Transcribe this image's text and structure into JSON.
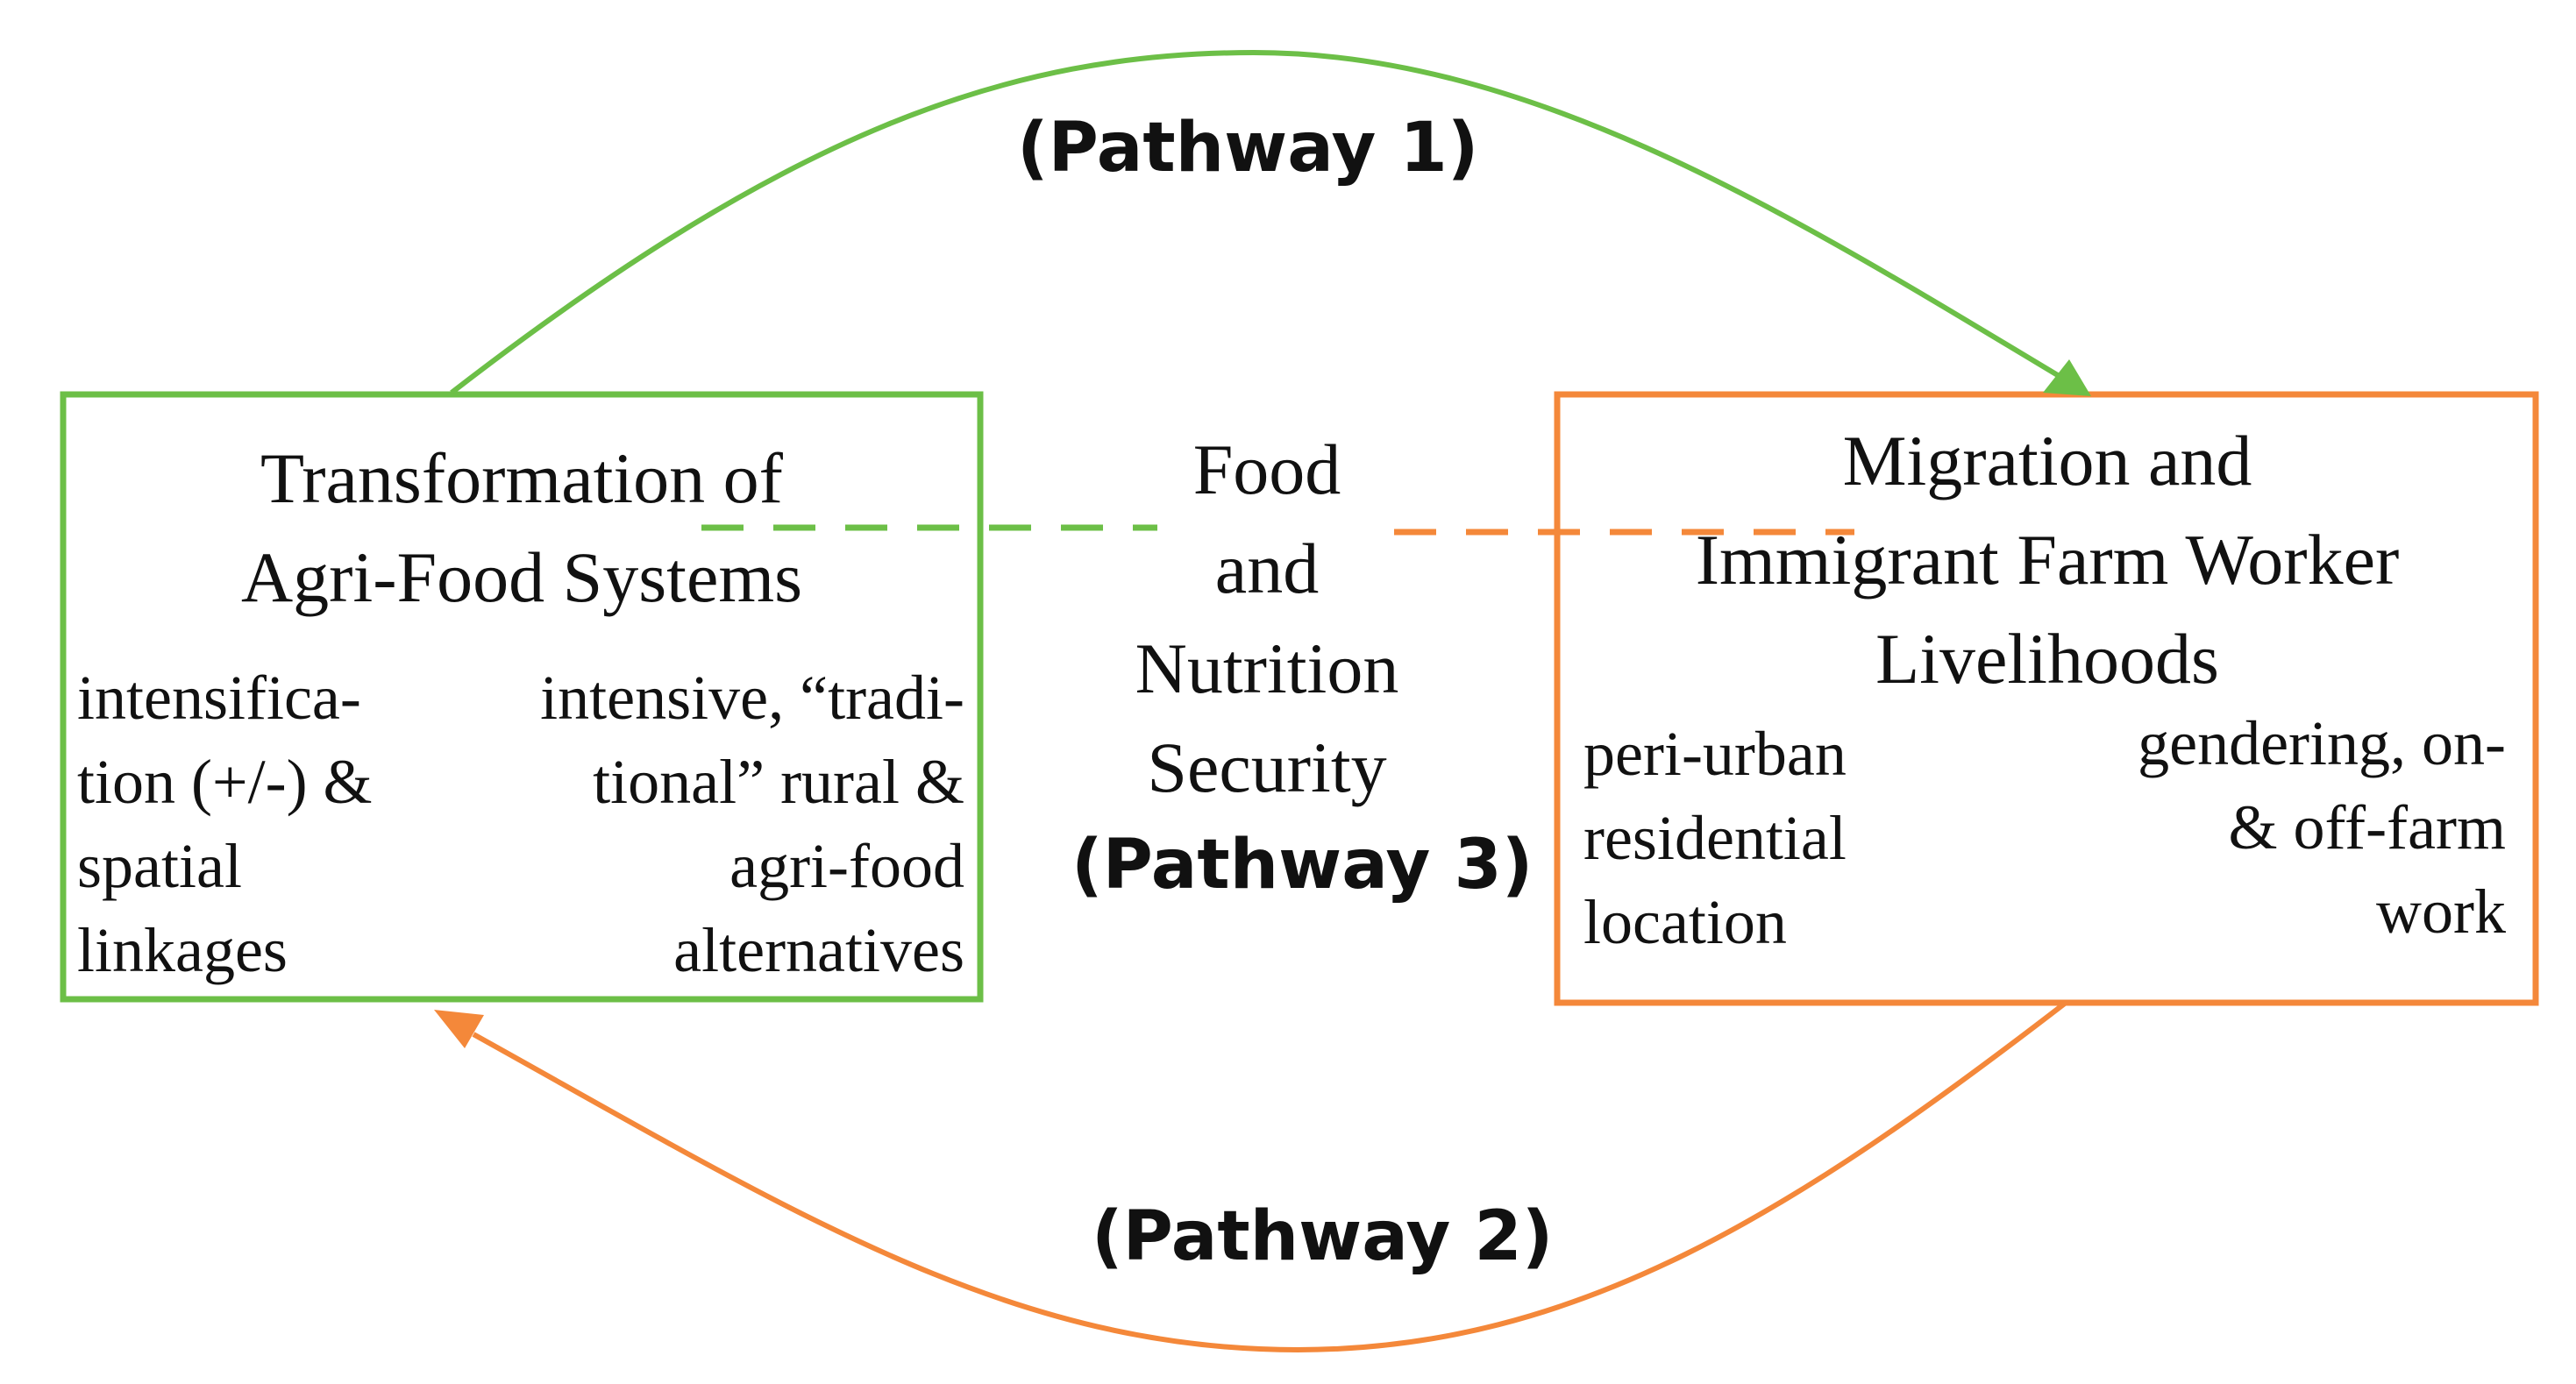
{
  "colors": {
    "green": "#6cbf47",
    "orange": "#f4883a",
    "text": "#111111"
  },
  "pathways": {
    "p1": "(Pathway 1)",
    "p2": "(Pathway 2)",
    "p3": "(Pathway 3)"
  },
  "center": {
    "lines": [
      "Food",
      "and",
      "Nutrition",
      "Security"
    ]
  },
  "left_box": {
    "title_lines": [
      "Transformation  of",
      "Agri-Food  Systems"
    ],
    "left_col": [
      "intensifica-",
      "tion (+/-) &",
      "spatial",
      "linkages"
    ],
    "right_col": [
      "intensive, “tradi-",
      "tional” rural &",
      "agri-food",
      "alternatives"
    ]
  },
  "right_box": {
    "title_lines": [
      "Migration  and",
      "Immigrant  Farm  Worker",
      "Livelihoods"
    ],
    "left_col": [
      "peri-urban",
      "residential",
      "location"
    ],
    "right_col": [
      "gendering, on-",
      "& off-farm",
      "work"
    ]
  }
}
